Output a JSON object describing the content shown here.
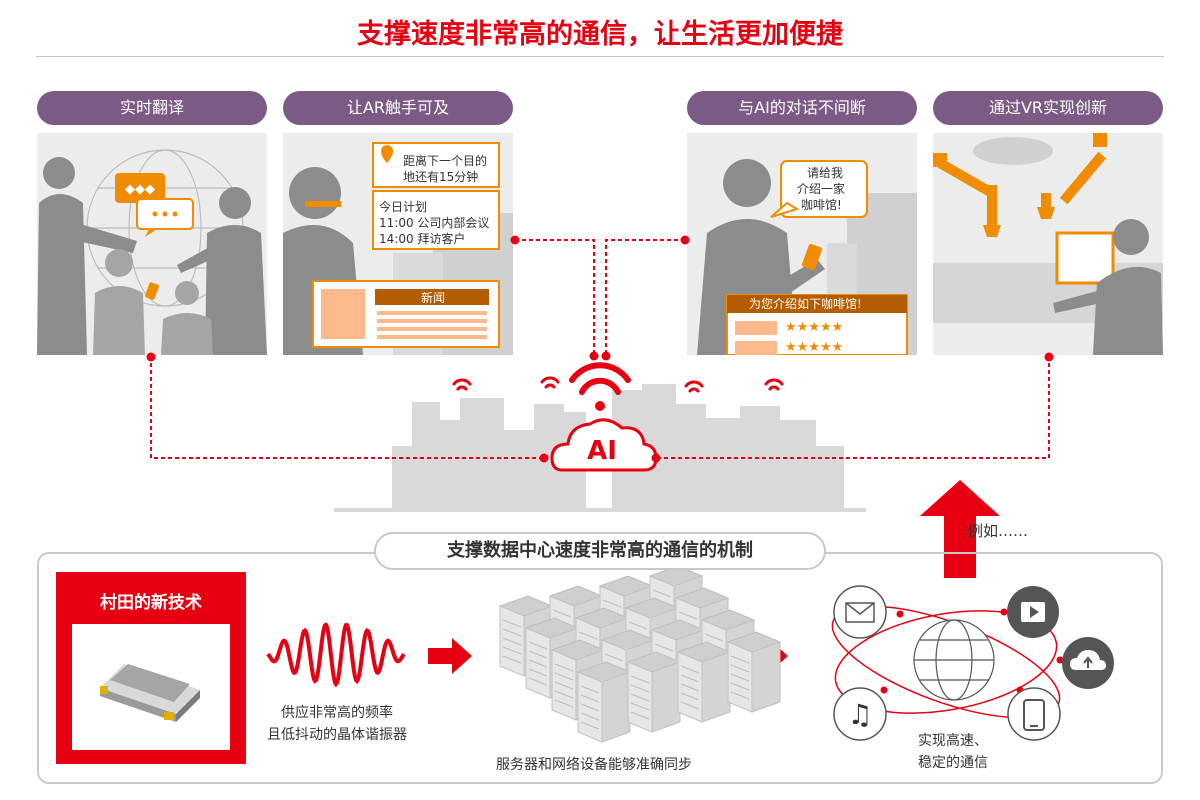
{
  "title": "支撑速度非常高的通信，让生活更加便捷",
  "panels": [
    {
      "label": "实时翻译"
    },
    {
      "label": "让AR触手可及",
      "nav_text": "距离下一个目的地还有15分钟",
      "nav_line1": "距离下一个目的",
      "nav_line2": "地还有15分钟",
      "schedule_title": "今日计划",
      "schedule_1": "11:00 公司内部会议",
      "schedule_2": "14:00 拜访客户",
      "news": "新闻"
    },
    {
      "label": "与AI的对话不间断",
      "bubble_1": "请给我",
      "bubble_2": "介绍一家",
      "bubble_3": "咖啡馆!",
      "recommend": "为您介绍如下咖啡馆!",
      "rating_1": "★★★★★",
      "rating_2": "★★★★★"
    },
    {
      "label": "通过VR实现创新"
    }
  ],
  "ai_label": "AI",
  "example": "例如……",
  "mechanism": {
    "label": "支撑数据中心速度非常高的通信的机制",
    "murata_title": "村田的新技术",
    "crystal_caption_1": "供应非常高的频率",
    "crystal_caption_2": "且低抖动的晶体谐振器",
    "server_caption": "服务器和网络设备能够准确同步",
    "network_caption_1": "实现高速、",
    "network_caption_2": "稳定的通信"
  },
  "colors": {
    "accent": "#e60012",
    "pill": "#7b5a85",
    "orange": "#f08c00",
    "gray": "#9a9a9a"
  }
}
